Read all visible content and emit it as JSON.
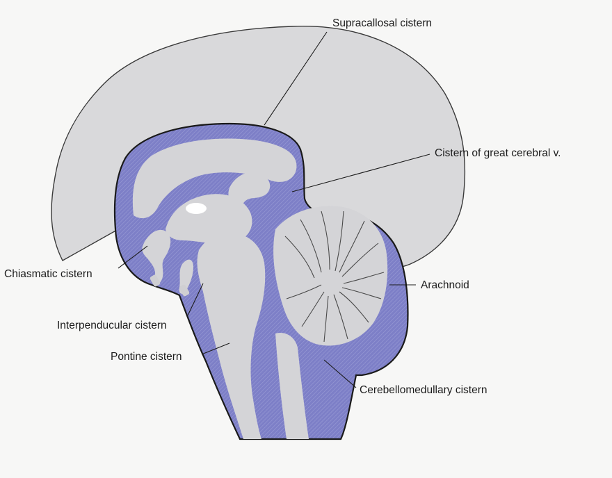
{
  "labels": {
    "supracallosal": "Supracallosal cistern",
    "great_cerebral": "Cistern of great cerebral v.",
    "chiasmatic": "Chiasmatic cistern",
    "arachnoid": "Arachnoid",
    "interpeduncular": "Interpenducular cistern",
    "pontine": "Pontine cistern",
    "cerebellomedullary": "Cerebellomedullary cistern"
  },
  "colors": {
    "csf_space": "#7d7fc7",
    "brain_tissue": "#d6d6d9",
    "background": "#f7f7f6"
  }
}
